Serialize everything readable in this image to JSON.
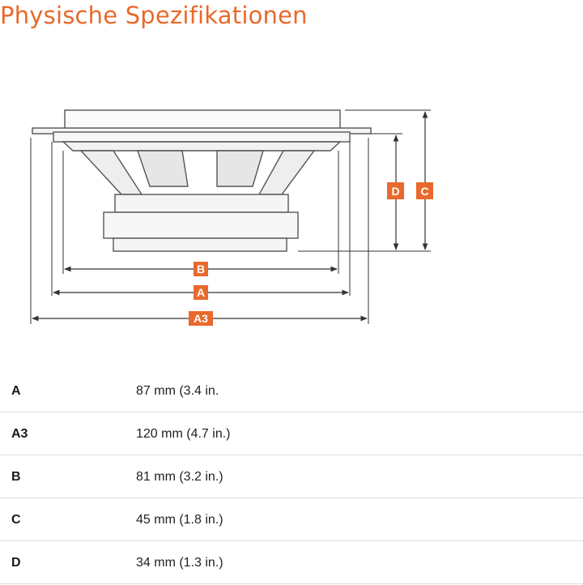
{
  "title": "Physische Spezifikationen",
  "accent_color": "#e8692b",
  "diagram": {
    "labels": {
      "A": "A",
      "A3": "A3",
      "B": "B",
      "C": "C",
      "D": "D"
    }
  },
  "specs": [
    {
      "key": "A",
      "value": "87 mm (3.4 in."
    },
    {
      "key": "A3",
      "value": "120 mm (4.7 in.)"
    },
    {
      "key": "B",
      "value": "81 mm (3.2 in.)"
    },
    {
      "key": "C",
      "value": "45 mm (1.8 in.)"
    },
    {
      "key": "D",
      "value": "34 mm (1.3 in.)"
    }
  ]
}
